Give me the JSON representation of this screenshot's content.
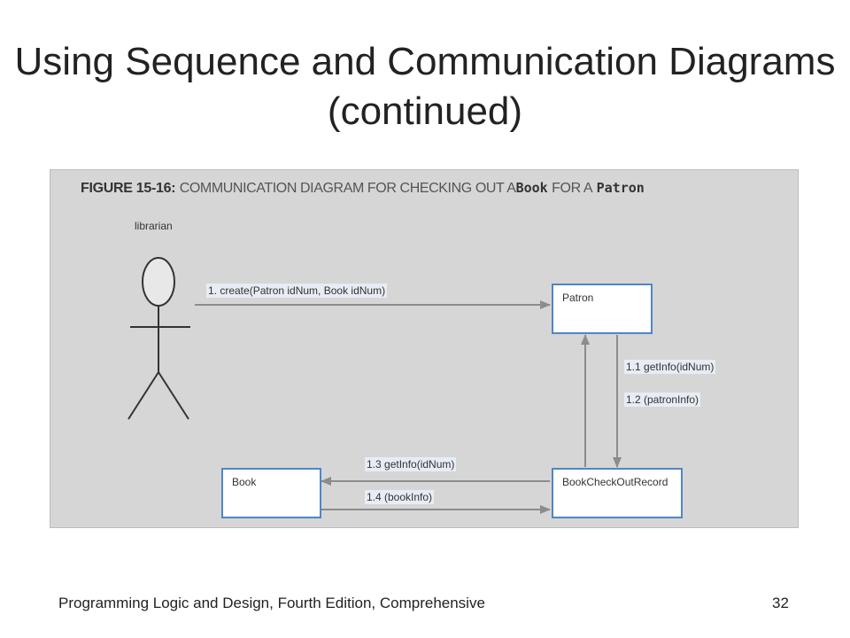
{
  "title": "Using Sequence and Communication Diagrams (continued)",
  "figure": {
    "caption_lead": "FIGURE 15-16:",
    "caption_text_1": "COMMUNICATION DIAGRAM FOR CHECKING OUT A",
    "caption_code_1": "Book",
    "caption_text_2": "FOR A",
    "caption_code_2": "Patron",
    "actor": "librarian",
    "objects": {
      "patron": "Patron",
      "book": "Book",
      "record": "BookCheckOutRecord"
    },
    "messages": {
      "m1": "1. create(Patron idNum, Book idNum)",
      "m1_1": "1.1 getInfo(idNum)",
      "m1_2": "1.2 (patronInfo)",
      "m1_3": "1.3 getInfo(idNum)",
      "m1_4": "1.4 (bookInfo)"
    },
    "colors": {
      "background": "#d6d6d6",
      "box_border": "#4f86c6",
      "arrow": "#8c8c8c",
      "label_bg": "#e7ecf5"
    }
  },
  "footer": {
    "course": "Programming Logic and Design, Fourth Edition, Comprehensive",
    "page": "32"
  }
}
